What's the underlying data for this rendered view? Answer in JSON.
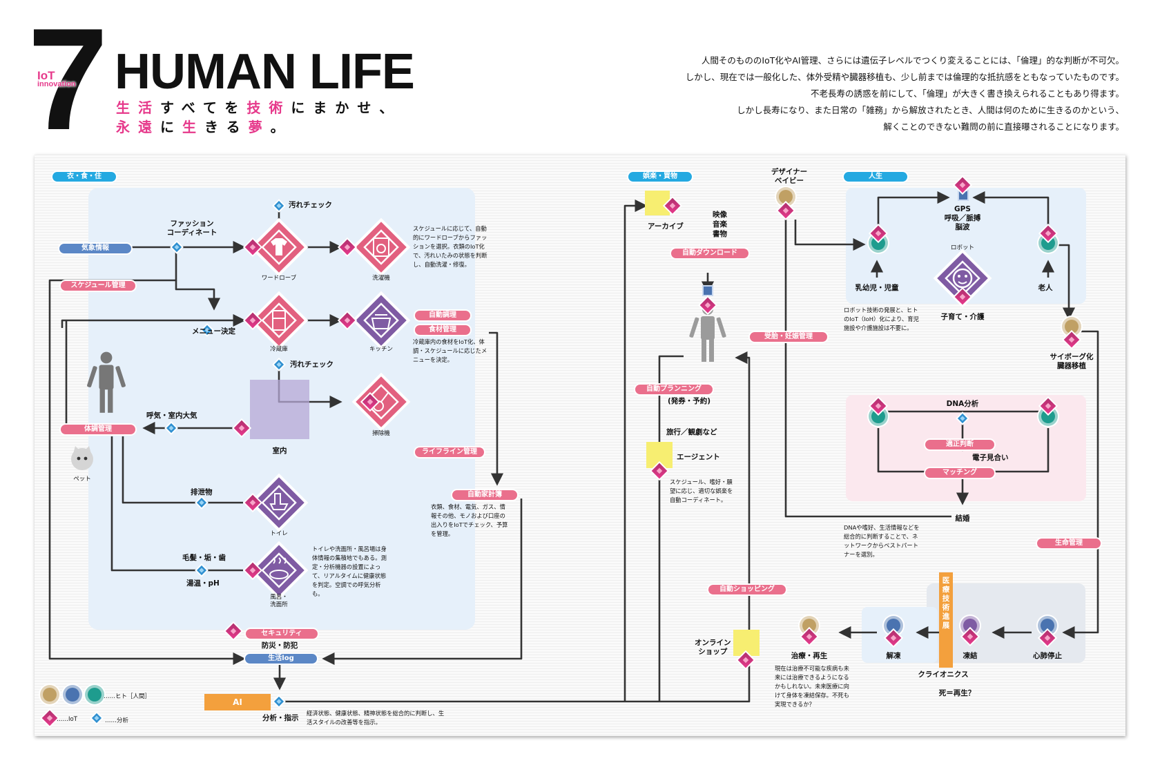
{
  "header": {
    "chapter_number": "7",
    "badge_line1": "IoT",
    "badge_line2": "innovation",
    "title": "HUMAN LIFE",
    "subtitle_line1": "生活すべてを技術にまかせ、",
    "subtitle_line2": "永遠に生きる夢。",
    "intro": [
      "人間そのもののIoT化やAI管理、さらには遺伝子レベルでつくり変えることには、「倫理」的な判断が不可欠。",
      "しかし、現在では一般化した、体外受精や臓器移植も、少し前までは倫理的な抵抗感をともなっていたものです。",
      "不老長寿の誘惑を前にして、「倫理」が大きく書き換えられることもあり得ます。",
      "しかし長寿になり、また日常の「雑務」から解放されたとき、人間は何のために生きるのかという、",
      "解くことのできない難問の前に直接曝されることになります。"
    ]
  },
  "colors": {
    "pink": "#e6398b",
    "blue": "#5b87c6",
    "cyan": "#24a9e1",
    "orange": "#f3a03d",
    "purple": "#7f5ba3"
  },
  "sections": {
    "life": "衣・食・住",
    "fun": "娯楽・買物",
    "jinsei": "人生"
  },
  "tags": {
    "kisho": "気象情報",
    "schedule": "スケジュール管理",
    "taichou": "体調管理",
    "auto_cook": "自動調理",
    "food": "食材管理",
    "lifeline": "ライフライン管理",
    "kakeibo": "自動家計簿",
    "security": "セキュリティ",
    "seikatsu_log": "生活log",
    "auto_download": "自動ダウンロード",
    "auto_planning": "自動プランニング",
    "auto_shopping": "自動ショッピング",
    "jutai": "受胎・妊娠管理",
    "tekisei": "適正判断",
    "matching": "マッチング",
    "seimei": "生命管理"
  },
  "labels": {
    "fashion": "ファッション\nコーディネート",
    "yogore1": "汚れチェック",
    "yogore2": "汚れチェック",
    "wardrobe": "ワードローブ",
    "sentakuki": "洗濯機",
    "menu": "メニュー決定",
    "reizoko": "冷蔵庫",
    "kitchen": "キッチン",
    "kokyu": "呼気・室内大気",
    "soujiki": "掃除機",
    "shitsunai": "室内",
    "pet": "ペット",
    "haisetsu": "排泄物",
    "toilet": "トイレ",
    "mouhatsu": "毛髪・垢・歯",
    "yuon": "湯温・pH",
    "furo": "風呂・\n洗面所",
    "bousai": "防災・防犯",
    "ai": "AI",
    "bunseki": "分析・指示",
    "archive": "アーカイブ",
    "media": "映像\n音楽\n書物",
    "hassha": "(発券・予約)",
    "ryokou": "旅行／観劇など",
    "agent": "エージェント",
    "online": "オンライン\nショップ",
    "designer": "デザイナー\nベイビー",
    "gps": "GPS\n呼吸／脈搏\n脳波",
    "robot": "ロボット",
    "nyuyouji": "乳幼児・児童",
    "roujin": "老人",
    "kosodate": "子育て・介護",
    "cyborg": "サイボーグ化\n臓器移植",
    "dna": "DNA分析",
    "miai": "電子見合い",
    "kekkon": "結婚",
    "iryou": "医療技術進展",
    "shinpai": "心肺停止",
    "touketsu": "凍結",
    "kaitou": "解凍",
    "chiryou": "治療・再生",
    "cryonics": "クライオニクス",
    "shi": "死＝再生？",
    "legend_hito": "……ヒト［人間］",
    "legend_iot": "……IoT",
    "legend_bunseki": "……分析"
  },
  "notes": {
    "wardrobe": "スケジュールに応じて、自動的にワードローブからファッションを選択。衣類のIoT化で、汚れいたみの状態を判断し、自動洗濯・修復。",
    "food": "冷蔵庫内の食材をIoT化、体調・スケジュールに応じたメニューを決定。",
    "kakeibo": "衣類、食材、電気、ガス、情報その他、モノおよび口座の出入りをIoTでチェック、予算を管理。",
    "furo": "トイレや洗面所・風呂場は身体情報の集積地でもある。測定・分析機器の設置によって、リアルタイムに健康状態を判定。空調での呼気分析も。",
    "ai": "経済状態、健康状態、精神状態を総合的に判断し、生活スタイルの改善等を指示。",
    "agent": "スケジュール、嗜好・願望に応じ、適切な娯楽を自動コーディネート。",
    "robot": "ロボット技術の発展と、ヒトのIoT（IoH）化により、育児施設や介護施設は不要に。",
    "dna": "DNAや嗜好、生活情報などを総合的に判断することで、ネットワークからベストパートナーを選別。",
    "cryo": "現在は治療不可能な疾病も未来には治療できるようになるかもしれない。未来医療に向けて身体を凍結保存。不死も実現できるか？"
  }
}
